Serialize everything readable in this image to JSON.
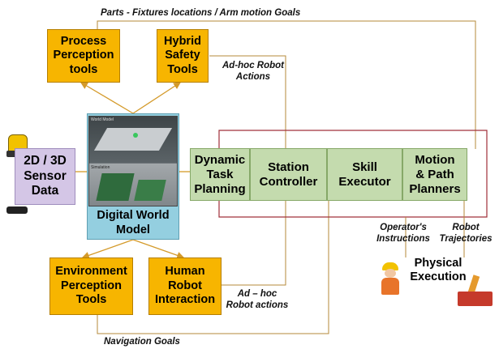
{
  "labels": {
    "parts_fixtures": "Parts - Fixtures locations  / Arm motion Goals",
    "adhoc_robot_actions_top": "Ad-hoc Robot\nActions",
    "operators_instructions": "Operator's\nInstructions",
    "robot_trajectories": "Robot\nTrajectories",
    "adhoc_robot_actions_bottom": "Ad – hoc\nRobot actions",
    "navigation_goals": "Navigation Goals"
  },
  "boxes": {
    "process_perception": "Process\nPerception\ntools",
    "hybrid_safety": "Hybrid\nSafety\nTools",
    "sensor_data": "2D / 3D\nSensor\nData",
    "digital_world_model": "Digital World\nModel",
    "dynamic_task_planning": "Dynamic\nTask\nPlanning",
    "station_controller": "Station\nController",
    "skill_executor": "Skill\nExecutor",
    "motion_path_planners": "Motion\n& Path\nPlanners",
    "environment_perception": "Environment\nPerception\nTools",
    "human_robot_interaction": "Human\nRobot\nInteraction",
    "physical_execution": "Physical\nExecution"
  },
  "screenshot_labels": {
    "world_model": "World Model",
    "simulation": "Simulation"
  },
  "colors": {
    "orange": "#f7b500",
    "green": "#c4dbae",
    "purple": "#d4c6e6",
    "blue": "#94cfe0",
    "loop_line": "#a0303a",
    "arrow_line": "#d49a2a"
  }
}
